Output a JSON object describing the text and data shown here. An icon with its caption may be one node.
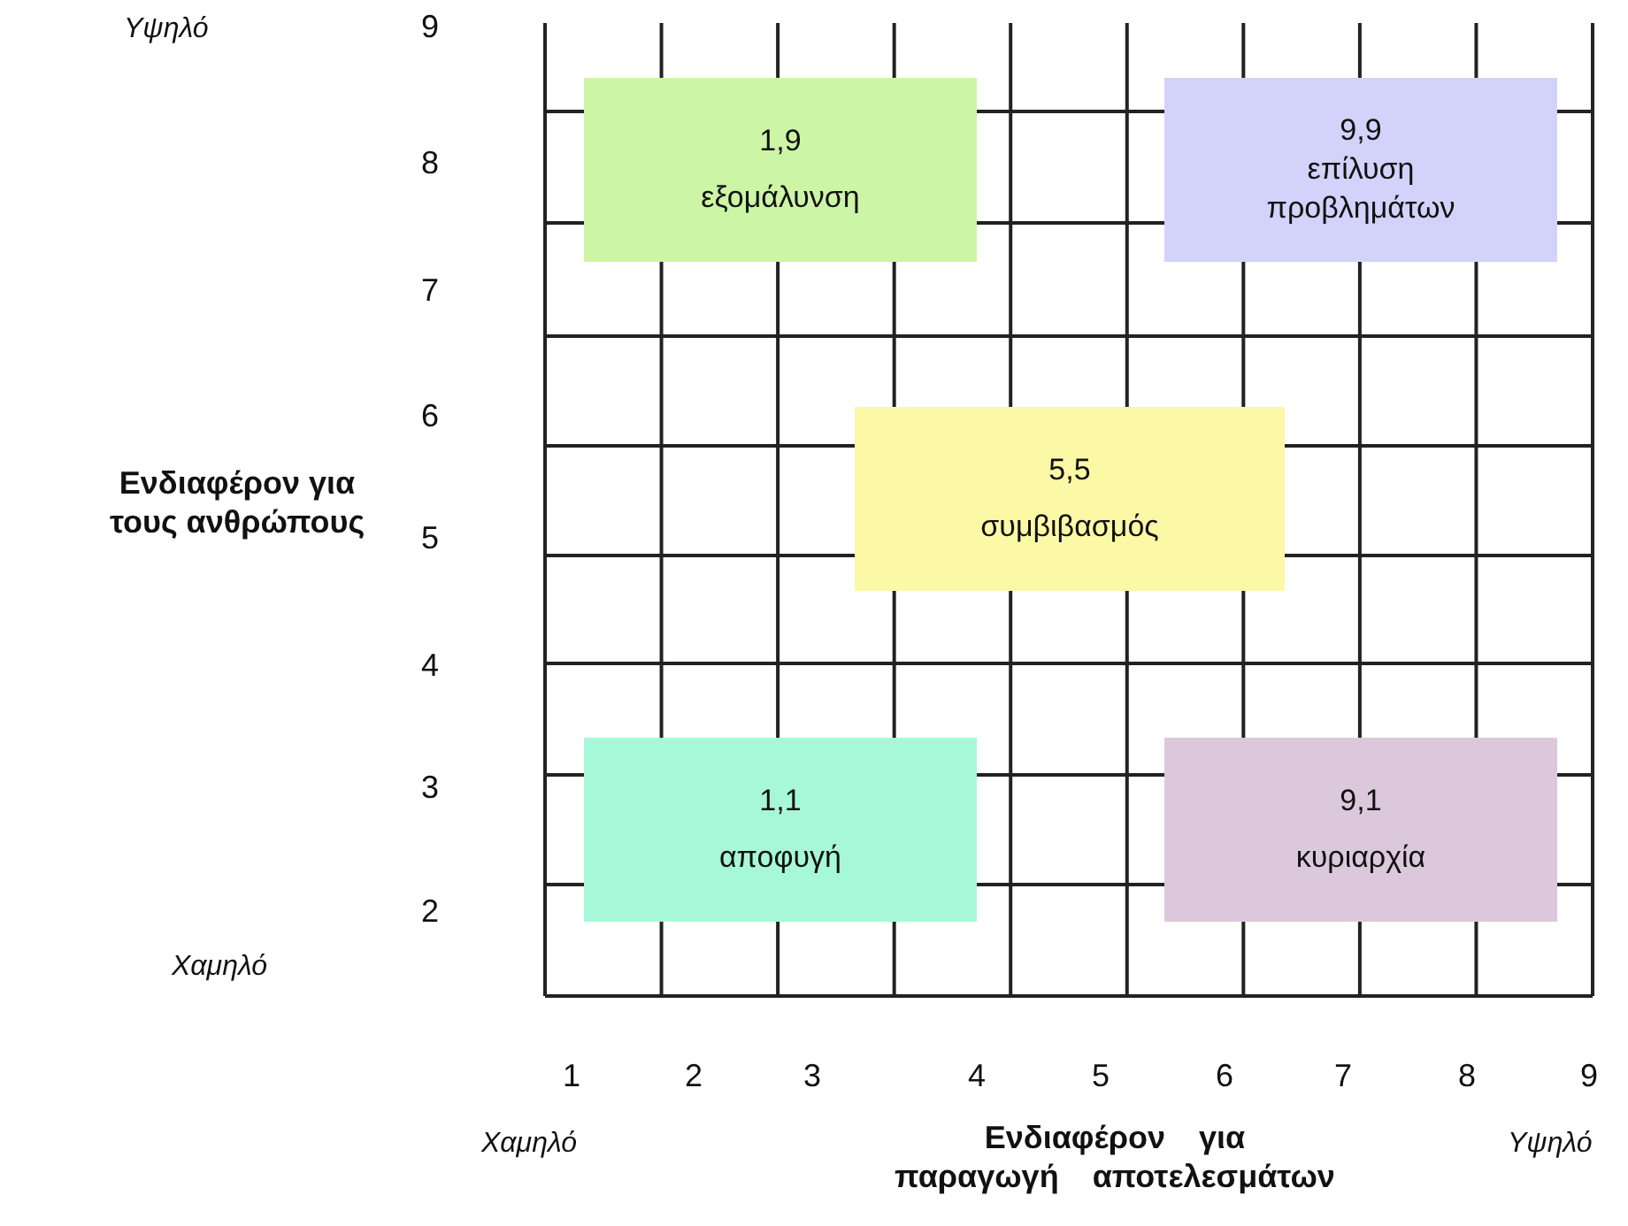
{
  "diagram": {
    "nodes": [
      {
        "text": [
          "1,9",
          "εξομάλυνση"
        ]
      },
      {
        "text": [
          "9,9",
          "επίλυση προβλημάτων"
        ]
      },
      {
        "text": [
          "5,5",
          "συμβιβασμός"
        ]
      },
      {
        "text": [
          "1,1",
          "αποφυγή"
        ]
      },
      {
        "text": [
          "9,1",
          "κυριαρχία"
        ]
      }
    ],
    "labels": [
      "Υψηλό",
      "9",
      "8",
      "7",
      "6",
      "Ενδιαφέρον για τους ανθρώπους",
      "5",
      "4",
      "3",
      "2",
      "Χαμηλό",
      "1",
      "2",
      "3",
      "4",
      "5",
      "6",
      "7",
      "8",
      "9",
      "Χαμηλό",
      "Ενδιαφέρον για παραγωγή αποτελεσμάτων",
      "Υψηλό"
    ]
  }
}
